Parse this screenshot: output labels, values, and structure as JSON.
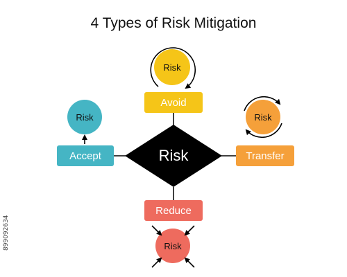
{
  "title": "4 Types of Risk Mitigation",
  "center": {
    "label": "Risk"
  },
  "strategies": [
    {
      "id": "avoid",
      "label": "Avoid",
      "circle_label": "Risk",
      "color": "#F5C518",
      "circle_color": "#F5C518"
    },
    {
      "id": "accept",
      "label": "Accept",
      "circle_label": "Risk",
      "color": "#45B5C4",
      "circle_color": "#45B5C4"
    },
    {
      "id": "transfer",
      "label": "Transfer",
      "circle_label": "Risk",
      "color": "#F5A03A",
      "circle_color": "#F5A03A"
    },
    {
      "id": "reduce",
      "label": "Reduce",
      "circle_label": "Risk",
      "color": "#EE6B5E",
      "circle_color": "#EE6B5E"
    }
  ],
  "colors": {
    "diamond": "#000000",
    "connector": "#000000",
    "arrow": "#000000"
  },
  "watermark": "899092634"
}
